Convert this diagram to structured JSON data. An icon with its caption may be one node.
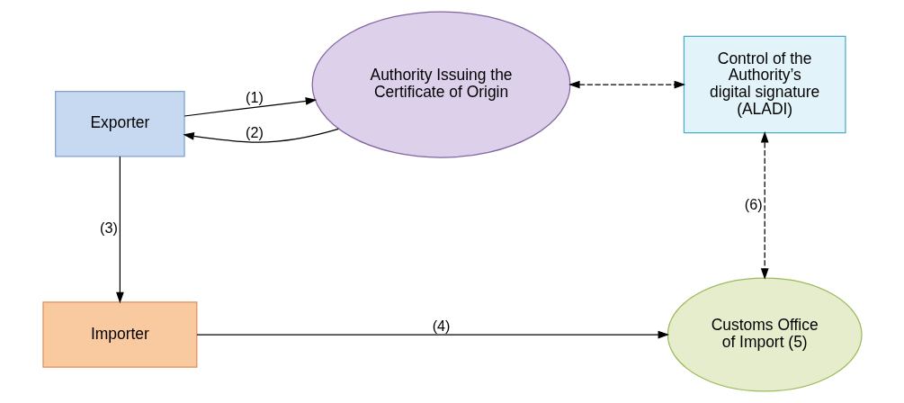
{
  "diagram": {
    "nodes": [
      {
        "text": [
          "Exporter"
        ]
      },
      {
        "text": [
          "Authority Issuing the Certificate of Origin"
        ]
      },
      {
        "text": [
          "Control of the Authority’s digital signature (ALADI)"
        ]
      },
      {
        "text": [
          "Importer"
        ]
      },
      {
        "text": [
          "Customs Office of Import (5)"
        ]
      }
    ],
    "edges": [
      {
        "from": 0,
        "to": 1,
        "arrow": "to",
        "label": "(1)"
      },
      {
        "from": 1,
        "to": 0,
        "arrow": "to",
        "label": "(2)"
      },
      {
        "from": 1,
        "to": 2,
        "arrow": "both",
        "style": "dashed"
      },
      {
        "from": 2,
        "to": 4,
        "arrow": "both",
        "style": "dashed",
        "label": "(6)"
      },
      {
        "from": 0,
        "to": 3,
        "arrow": "to",
        "label": "(3)"
      },
      {
        "from": 3,
        "to": 4,
        "arrow": "to",
        "label": "(4)"
      }
    ]
  }
}
